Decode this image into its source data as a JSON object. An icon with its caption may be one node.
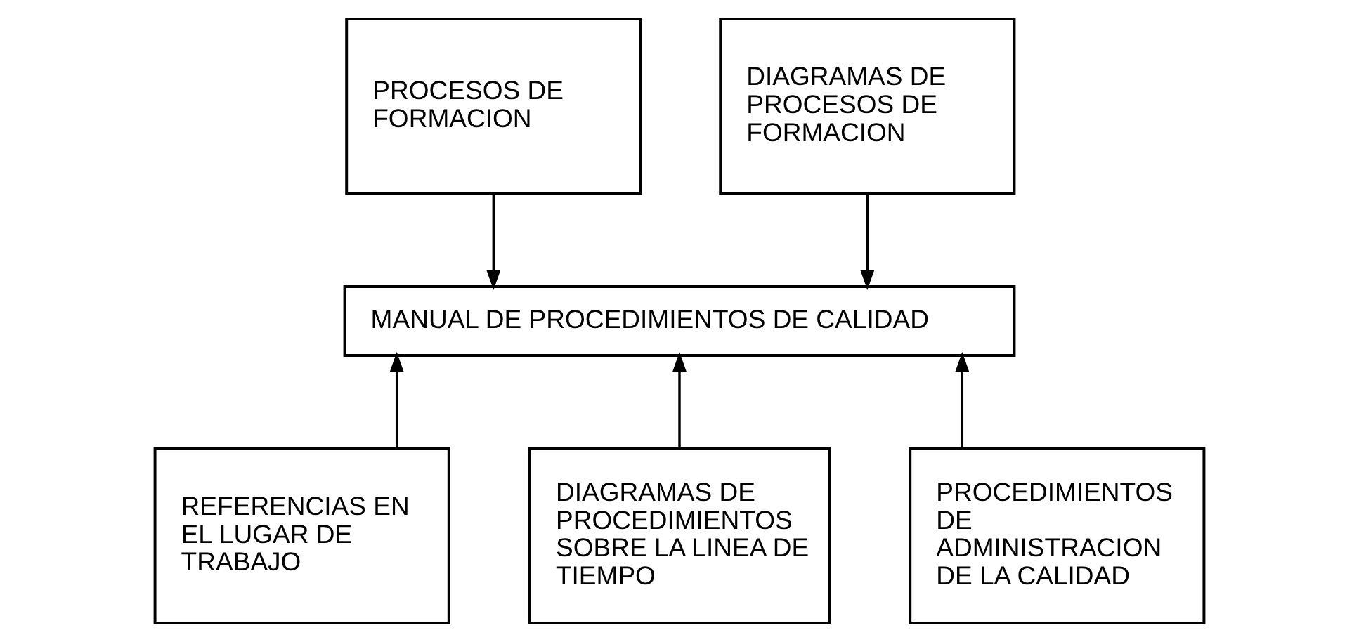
{
  "diagram": {
    "nodes": [
      {
        "text": [
          "PROCESOS DE FORMACION"
        ]
      },
      {
        "text": [
          "DIAGRAMAS DE PROCESOS DE FORMACION"
        ]
      },
      {
        "text": [
          "MANUAL DE PROCEDIMIENTOS DE CALIDAD"
        ]
      },
      {
        "text": [
          "REFERENCIAS EN EL LUGAR DE TRABAJO"
        ]
      },
      {
        "text": [
          "DIAGRAMAS DE PROCEDIMIENTOS SOBRE LA LINEA DE TIEMPO"
        ]
      },
      {
        "text": [
          "PROCEDIMIENTOS DE ADMINISTRACION DE LA CALIDAD"
        ]
      }
    ],
    "edges": [
      {
        "from": 0,
        "to": 2,
        "arrow": "to"
      },
      {
        "from": 1,
        "to": 2,
        "arrow": "to"
      },
      {
        "from": 3,
        "to": 2,
        "arrow": "to"
      },
      {
        "from": 4,
        "to": 2,
        "arrow": "to"
      },
      {
        "from": 5,
        "to": 2,
        "arrow": "to"
      }
    ]
  }
}
